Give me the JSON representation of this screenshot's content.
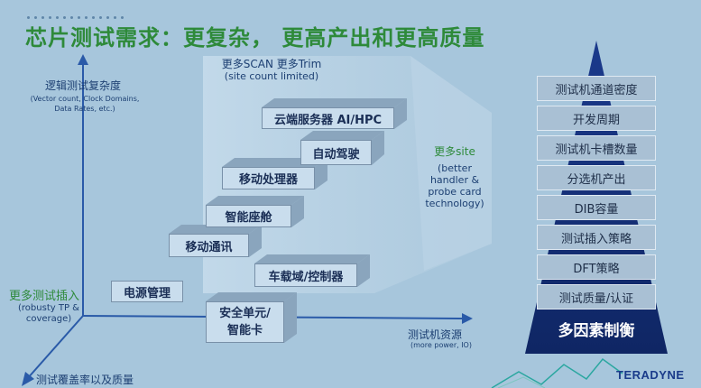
{
  "title": "芯片测试需求：更复杂， 更高产出和更高质量",
  "y_axis": {
    "label": "逻辑测试复杂度",
    "sub": "(Vector count, Clock Domains, Data Rates, etc.)"
  },
  "x_axis": {
    "label": "测试机资源",
    "sub": "(more power, IO)"
  },
  "z_axis": {
    "label": "测试覆盖率以及质量"
  },
  "left_label": {
    "title": "更多测试插入",
    "sub": "(robusty TP & coverage)"
  },
  "top_note": {
    "line1": "更多SCAN 更多Trim",
    "line2": "(site count limited)"
  },
  "right_note": {
    "title": "更多site",
    "sub": "(better handler & probe card technology)"
  },
  "blocks": {
    "cloud": "云端服务器 AI/HPC",
    "auto_drive": "自动驾驶",
    "mobile_cpu": "移动处理器",
    "cockpit": "智能座舱",
    "mobile_comm": "移动通讯",
    "power_mgmt": "电源管理",
    "vehicle": "车载域/控制器",
    "secure_line1": "安全单元/",
    "secure_line2": "智能卡"
  },
  "pyramid": {
    "items": [
      "测试机通道密度",
      "开发周期",
      "测试机卡槽数量",
      "分选机产出",
      "DIB容量",
      "测试插入策略",
      "DFT策略",
      "测试质量/认证"
    ],
    "base_label": "多因素制衡"
  },
  "logo": "TERADYNE"
}
